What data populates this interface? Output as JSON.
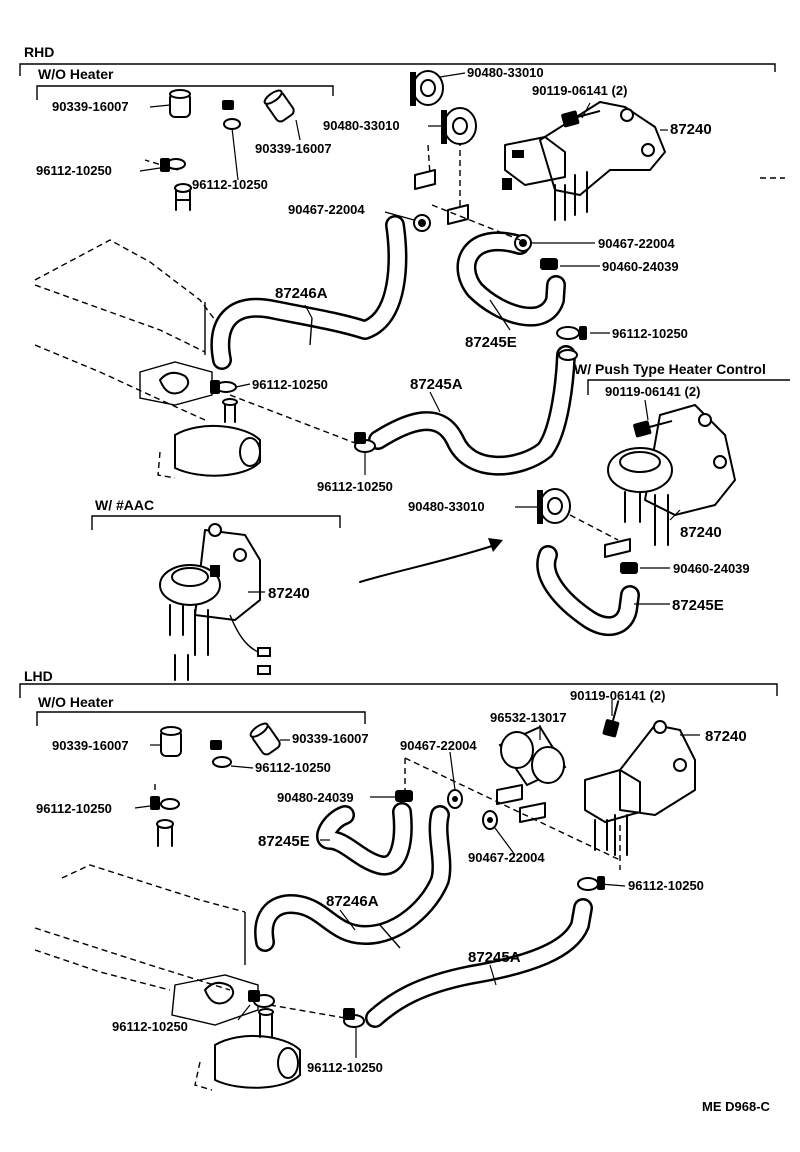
{
  "sections": {
    "rhd": "RHD",
    "lhd": "LHD",
    "wo_heater": "W/O Heater",
    "push_heater": "W/ Push Type Heater Control",
    "aac": "W/ #AAC"
  },
  "labels": {
    "r_90480_33010_a": "90480-33010",
    "r_90119_06141_a": "90119-06141 (2)",
    "r_87240_a": "87240",
    "r_90339_16007_a": "90339-16007",
    "r_90480_33010_b": "90480-33010",
    "r_90339_16007_b": "90339-16007",
    "r_96112_10250_a": "96112-10250",
    "r_96112_10250_b": "96112-10250",
    "r_90467_22004_a": "90467-22004",
    "r_90467_22004_b": "90467-22004",
    "r_90460_24039_a": "90460-24039",
    "r_87246A": "87246A",
    "r_87245E_a": "87245E",
    "r_96112_10250_c": "96112-10250",
    "r_96112_10250_d": "96112-10250",
    "r_87245A": "87245A",
    "r_90119_06141_b": "90119-06141 (2)",
    "r_96112_10250_e": "96112-10250",
    "r_90480_33010_c": "90480-33010",
    "r_87240_b": "87240",
    "r_90460_24039_b": "90460-24039",
    "r_87245E_b": "87245E",
    "r_87240_c": "87240",
    "l_90119_06141": "90119-06141 (2)",
    "l_96532_13017": "96532-13017",
    "l_87240": "87240",
    "l_90339_16007_a": "90339-16007",
    "l_90339_16007_b": "90339-16007",
    "l_90467_22004_a": "90467-22004",
    "l_96112_10250_a": "96112-10250",
    "l_90480_24039": "90480-24039",
    "l_96112_10250_b": "96112-10250",
    "l_87245E": "87245E",
    "l_90467_22004_b": "90467-22004",
    "l_96112_10250_c": "96112-10250",
    "l_87246A": "87246A",
    "l_87245A": "87245A",
    "l_96112_10250_d": "96112-10250",
    "l_96112_10250_e": "96112-10250"
  },
  "code": "ME D968-C"
}
